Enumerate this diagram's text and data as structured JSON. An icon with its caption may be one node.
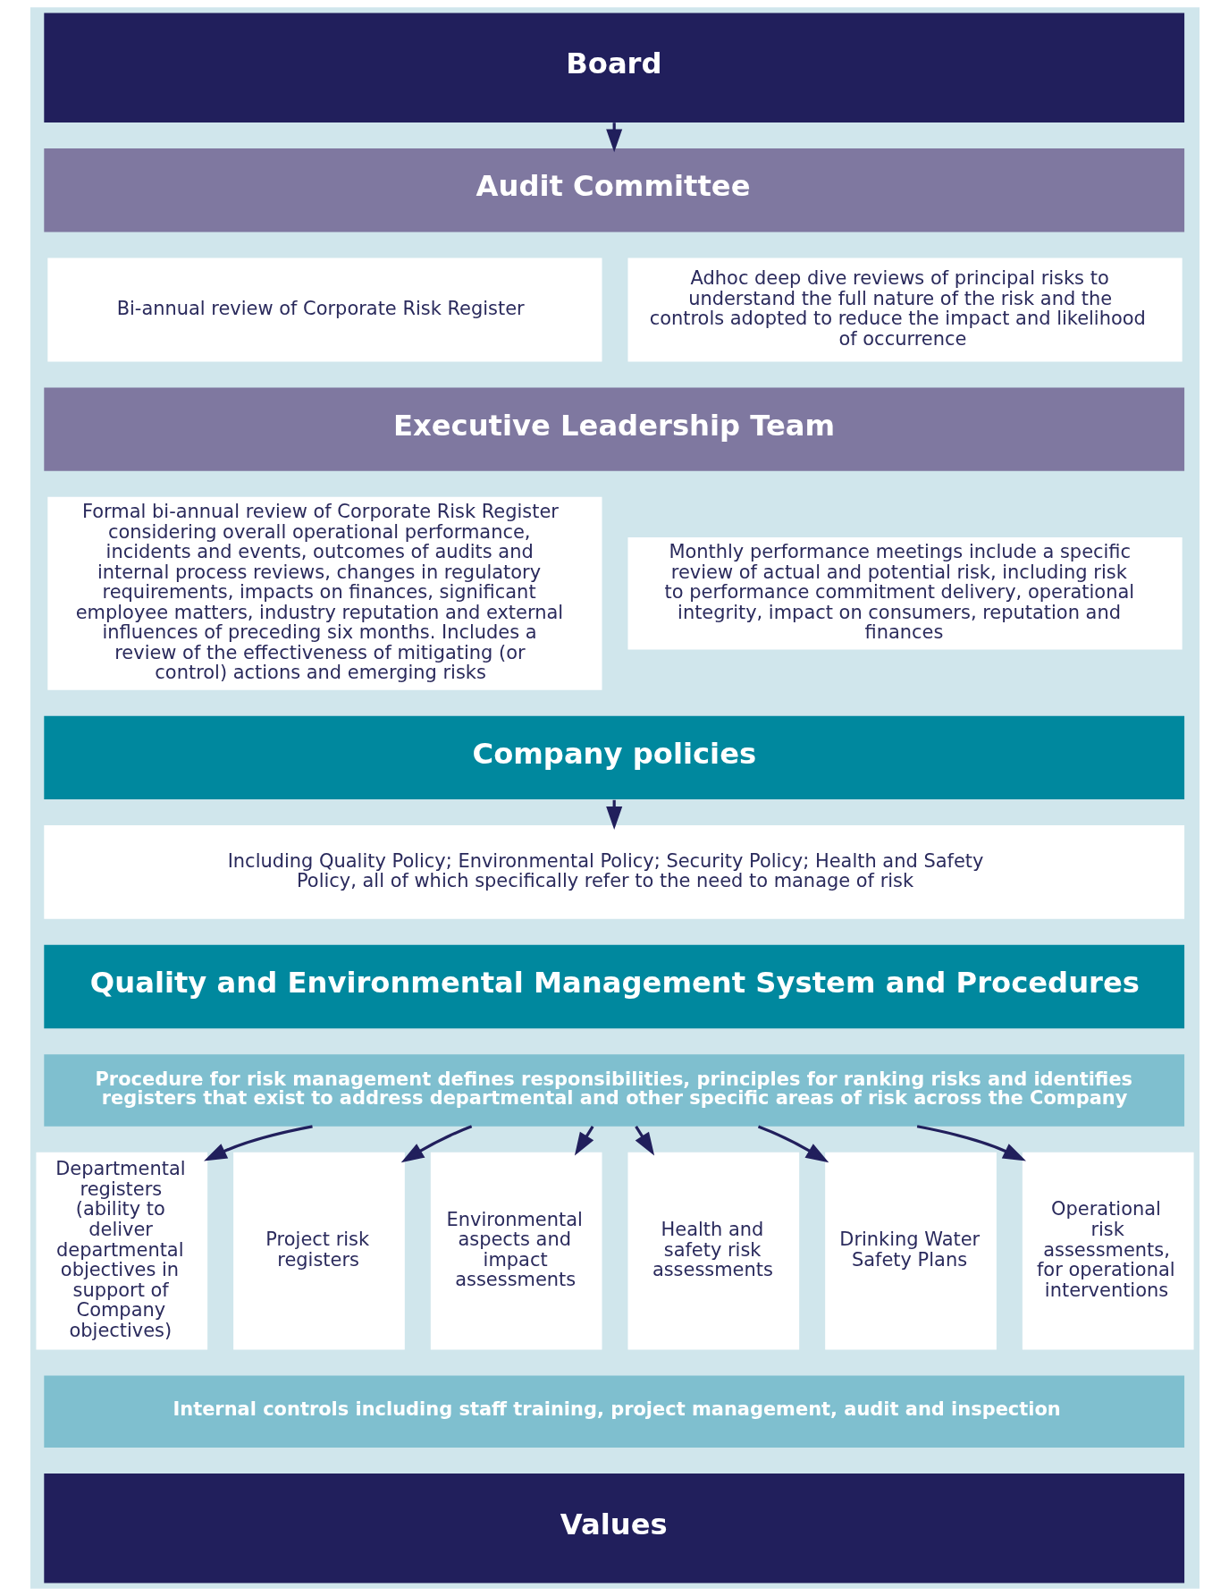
{
  "diagram": {
    "nodes": [
      {
        "text": [
          "Board"
        ]
      },
      {
        "text": [
          "Audit Committee"
        ]
      },
      {
        "text": [
          "Bi-annual review of Corporate Risk Register"
        ]
      },
      {
        "text": [
          "Adhoc deep dive reviews of principal risks to understand the full nature of the risk and the controls adopted to reduce the impact and likelihood of occurrence"
        ]
      },
      {
        "text": [
          "Executive Leadership Team"
        ]
      },
      {
        "text": [
          "Formal bi-annual review of Corporate Risk Register considering overall operational performance, incidents and events, outcomes of audits and internal process reviews, changes in regulatory requirements, impacts on finances, significant employee matters, industry reputation and external influences of preceding six months. Includes a review of the effectiveness of mitigating (or control) actions and emerging risks"
        ]
      },
      {
        "text": [
          "Monthly performance meetings include a specific review of actual and potential risk, including risk to performance commitment delivery, operational integrity, impact on consumers, reputation and finances"
        ]
      },
      {
        "text": [
          "Company policies"
        ]
      },
      {
        "text": [
          "Including Quality Policy; Environmental Policy; Security Policy; Health and Safety Policy, all of which specifically refer to the need to manage of risk"
        ]
      },
      {
        "text": [
          "Quality and Environmental Management System and Procedures"
        ]
      },
      {
        "text": [
          "Procedure for risk management defines responsibilities, principles for ranking risks and identifies registers that exist to address departmental and other specific areas of risk across the Company"
        ]
      },
      {
        "text": [
          "Departmental registers (ability to deliver departmental objectives in support of Company objectives)"
        ]
      },
      {
        "text": [
          "Project risk registers"
        ]
      },
      {
        "text": [
          "Environmental aspects and impact assessments"
        ]
      },
      {
        "text": [
          "Health and safety risk assessments"
        ]
      },
      {
        "text": [
          "Drinking Water Safety Plans"
        ]
      },
      {
        "text": [
          "Operational risk assessments, for operational interventions"
        ]
      },
      {
        "text": [
          "Internal controls including staff training, project management, audit and inspection"
        ]
      },
      {
        "text": [
          "Values"
        ]
      }
    ],
    "edges": [
      {
        "from": 0,
        "to": 1,
        "arrow": "to"
      },
      {
        "from": 7,
        "to": 8,
        "arrow": "to"
      },
      {
        "from": 10,
        "to": 11,
        "arrow": "to"
      },
      {
        "from": 10,
        "to": 12,
        "arrow": "to"
      },
      {
        "from": 10,
        "to": 13,
        "arrow": "to"
      },
      {
        "from": 10,
        "to": 14,
        "arrow": "to"
      },
      {
        "from": 10,
        "to": 15,
        "arrow": "to"
      },
      {
        "from": 10,
        "to": 16,
        "arrow": "to"
      }
    ]
  }
}
